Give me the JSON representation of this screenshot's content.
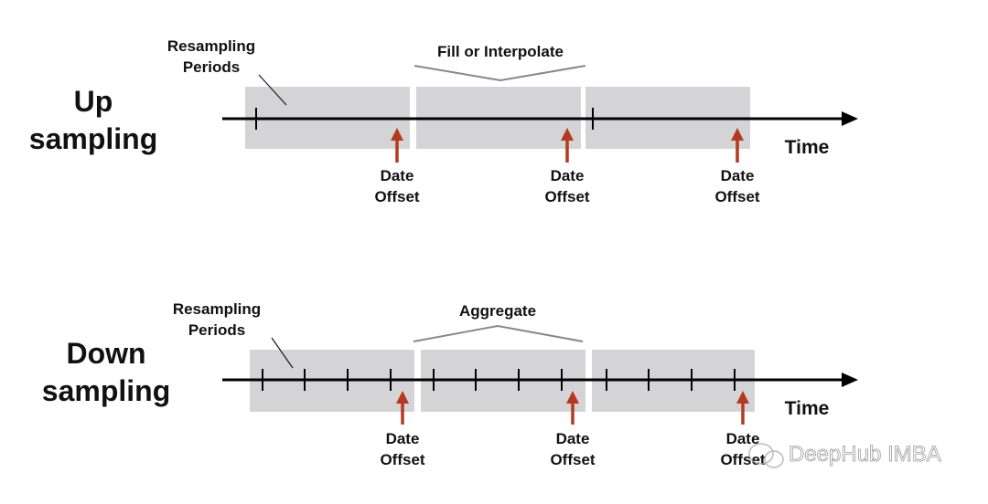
{
  "upsampling": {
    "title_line1": "Up",
    "title_line2": "sampling",
    "periods_label_line1": "Resampling",
    "periods_label_line2": "Periods",
    "operation_label": "Fill or Interpolate",
    "time_label": "Time",
    "offset_labels": [
      {
        "line1": "Date",
        "line2": "Offset"
      },
      {
        "line1": "Date",
        "line2": "Offset"
      },
      {
        "line1": "Date",
        "line2": "Offset"
      }
    ]
  },
  "downsampling": {
    "title_line1": "Down",
    "title_line2": "sampling",
    "periods_label_line1": "Resampling",
    "periods_label_line2": "Periods",
    "operation_label": "Aggregate",
    "time_label": "Time",
    "offset_labels": [
      {
        "line1": "Date",
        "line2": "Offset"
      },
      {
        "line1": "Date",
        "line2": "Offset"
      },
      {
        "line1": "Date",
        "line2": "Offset"
      }
    ]
  },
  "watermark": "DeepHub IMBA",
  "colors": {
    "period_box": "#d4d4d6",
    "arrow": "#b5391f",
    "axis": "#000000",
    "bracket": "#888888"
  }
}
